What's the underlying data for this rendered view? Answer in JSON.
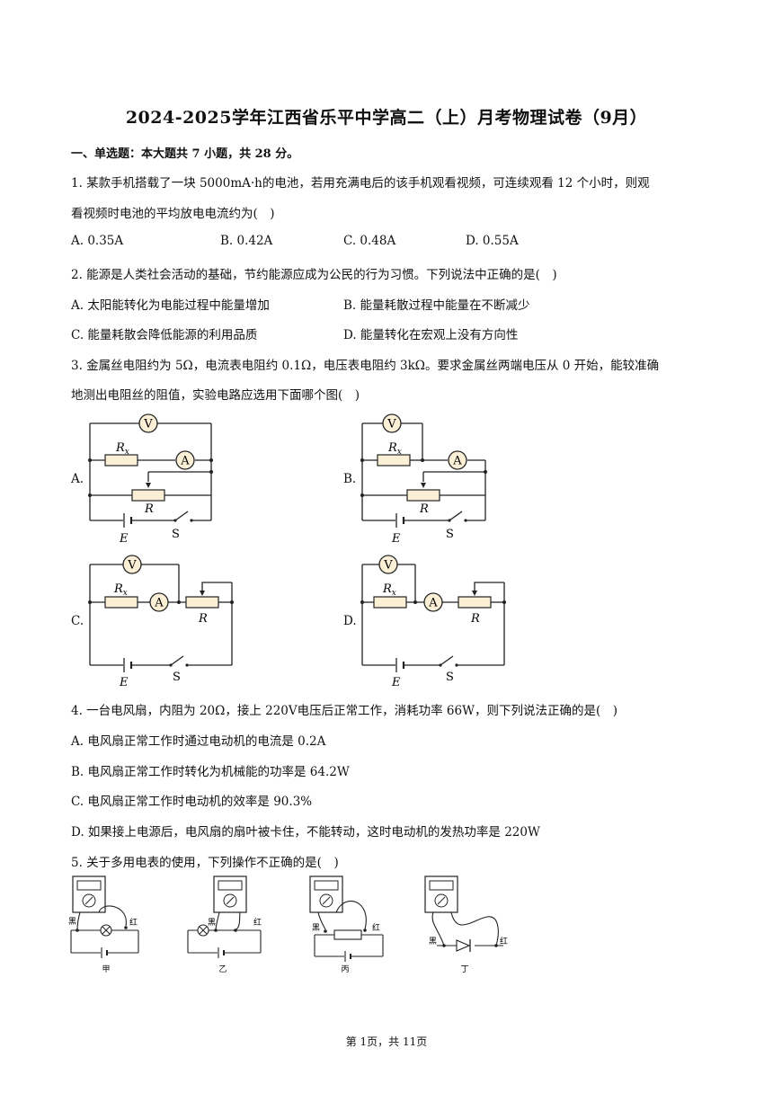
{
  "title": "2024-2025学年江西省乐平中学高二（上）月考物理试卷（9月）",
  "section1": "一、单选题：本大题共 7 小题，共 28 分。",
  "q1": {
    "line1": "1. 某款手机搭载了一块 5000mA·h的电池，若用充满电后的该手机观看视频，可连续观看 12 个小时，则观",
    "line2": "看视频时电池的平均放电电流约为(　)",
    "options": [
      "A. 0.35A",
      "B. 0.42A",
      "C. 0.48A",
      "D. 0.55A"
    ]
  },
  "q2": {
    "line1": "2. 能源是人类社会活动的基础，节约能源应成为公民的行为习惯。下列说法中正确的是(　)",
    "options": [
      "A. 太阳能转化为电能过程中能量增加",
      "B. 能量耗散过程中能量在不断减少",
      "C. 能量耗散会降低能源的利用品质",
      "D. 能量转化在宏观上没有方向性"
    ]
  },
  "q3": {
    "line1": "3. 金属丝电阻约为 5Ω，电流表电阻约 0.1Ω，电压表电阻约 3kΩ。要求金属丝两端电压从 0 开始，能较准确",
    "line2": "地测出电阻丝的阻值，实验电路应选用下面哪个图(　)",
    "figure_labels": [
      "A.",
      "B.",
      "C.",
      "D."
    ],
    "symbols": {
      "voltmeter": "V",
      "ammeter": "A",
      "resistor_x": "R",
      "resistor_x_sub": "x",
      "rheostat": "R",
      "battery": "E",
      "switch": "S"
    }
  },
  "q4": {
    "line1": "4. 一台电风扇，内阻为 20Ω，接上 220V电压后正常工作，消耗功率 66W，则下列说法正确的是(　)",
    "options": [
      "A. 电风扇正常工作时通过电动机的电流是 0.2A",
      "B. 电风扇正常工作时转化为机械能的功率是 64.2W",
      "C. 电风扇正常工作时电动机的效率是 90.3%",
      "D. 如果接上电源后，电风扇的扇叶被卡住，不能转动，这时电动机的发热功率是 220W"
    ]
  },
  "q5": {
    "line1": "5. 关于多用电表的使用，下列操作不正确的是(　)",
    "black": "黑",
    "red": "红",
    "captions": [
      "甲",
      "乙",
      "丙",
      "丁"
    ]
  },
  "footer": "第 1页，共 11页"
}
